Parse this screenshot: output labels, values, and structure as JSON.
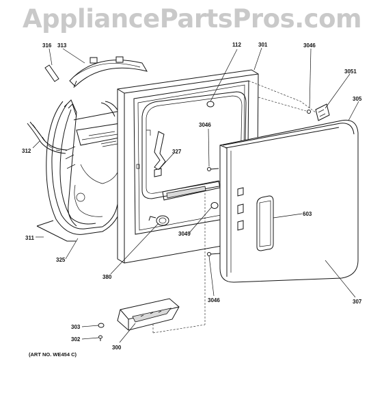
{
  "watermark": "AppliancePartsPros.com",
  "art_number": "(ART NO. WE454 C)",
  "labels": {
    "p316": "316",
    "p313": "313",
    "p112": "112",
    "p301": "301",
    "p3046_top": "3046",
    "p3051": "3051",
    "p305": "305",
    "p312": "312",
    "p3046_mid": "3046",
    "p327": "327",
    "p603": "603",
    "p311": "311",
    "p3049": "3049",
    "p325": "325",
    "p380": "380",
    "p3046_bot": "3046",
    "p307": "307",
    "p303": "303",
    "p302": "302",
    "p300": "300"
  }
}
